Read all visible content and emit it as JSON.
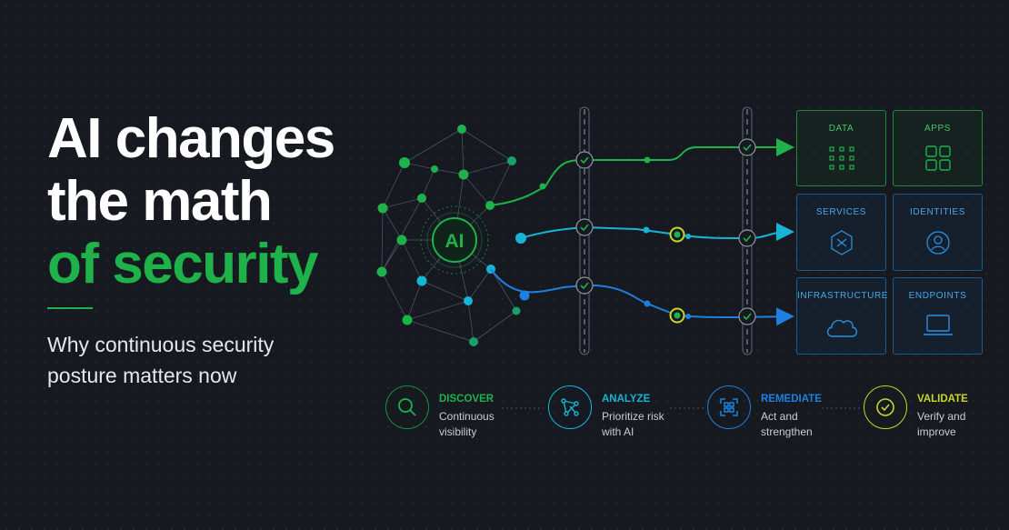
{
  "headline": {
    "line1": "AI changes",
    "line2": "the math",
    "line3": "of security"
  },
  "subtitle": {
    "line1": "Why continuous security",
    "line2": "posture matters now"
  },
  "diagram": {
    "hub_label": "AI",
    "colors": {
      "green": "#1fb24a",
      "cyan": "#18b4d6",
      "blue": "#1f7fe0",
      "yellow": "#c8d62a"
    }
  },
  "cards": [
    {
      "label": "DATA",
      "icon": "data-grid-icon"
    },
    {
      "label": "APPS",
      "icon": "apps-icon"
    },
    {
      "label": "SERVICES",
      "icon": "services-hexagon-icon"
    },
    {
      "label": "IDENTITIES",
      "icon": "user-icon"
    },
    {
      "label": "INFRASTRUCTURE",
      "icon": "cloud-icon"
    },
    {
      "label": "ENDPOINTS",
      "icon": "laptop-icon"
    }
  ],
  "steps": [
    {
      "title": "DISCOVER",
      "desc1": "Continuous",
      "desc2": "visibility",
      "icon": "search-icon"
    },
    {
      "title": "ANALYZE",
      "desc1": "Prioritize risk",
      "desc2": "with AI",
      "icon": "network-icon"
    },
    {
      "title": "REMEDIATE",
      "desc1": "Act and",
      "desc2": "strengthen",
      "icon": "remediate-frame-icon"
    },
    {
      "title": "VALIDATE",
      "desc1": "Verify and",
      "desc2": "improve",
      "icon": "check-icon"
    }
  ]
}
